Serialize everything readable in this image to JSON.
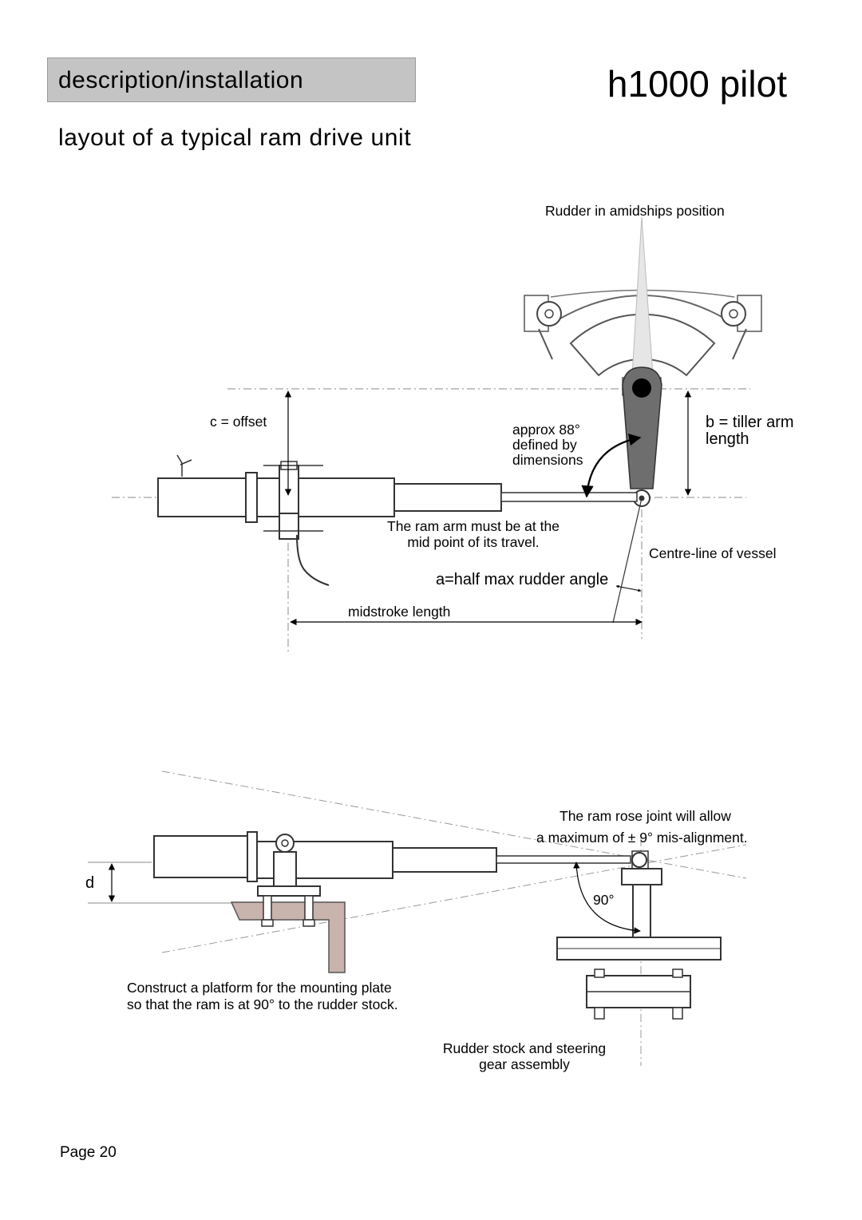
{
  "header": {
    "section": "description/installation",
    "product": "h1000 pilot"
  },
  "subtitle": "layout of a typical ram drive unit",
  "top_diagram": {
    "rudder_label": "Rudder in amidships position",
    "offset_label": "c = offset",
    "angle_line1": "approx 88°",
    "angle_line2": "defined by",
    "angle_line3": "dimensions",
    "tiller_line1": "b = tiller arm",
    "tiller_line2": "length",
    "ram_note_line1": "The ram arm must be at the",
    "ram_note_line2": "mid point of its travel.",
    "centreline_label": "Centre-line of vessel",
    "half_angle_label": "a=half max rudder angle",
    "midstroke_label": "midstroke length"
  },
  "bottom_diagram": {
    "rose_line1": "The ram rose joint will allow",
    "rose_line2": "a maximum of ± 9° mis-alignment.",
    "d_label": "d",
    "right_angle_label": "90°",
    "platform_line1": "Construct a platform for the mounting plate",
    "platform_line2": "so that the ram is at 90° to the rudder stock.",
    "stock_line1": "Rudder stock and steering",
    "stock_line2": "gear assembly"
  },
  "footer": {
    "page": "Page 20"
  }
}
